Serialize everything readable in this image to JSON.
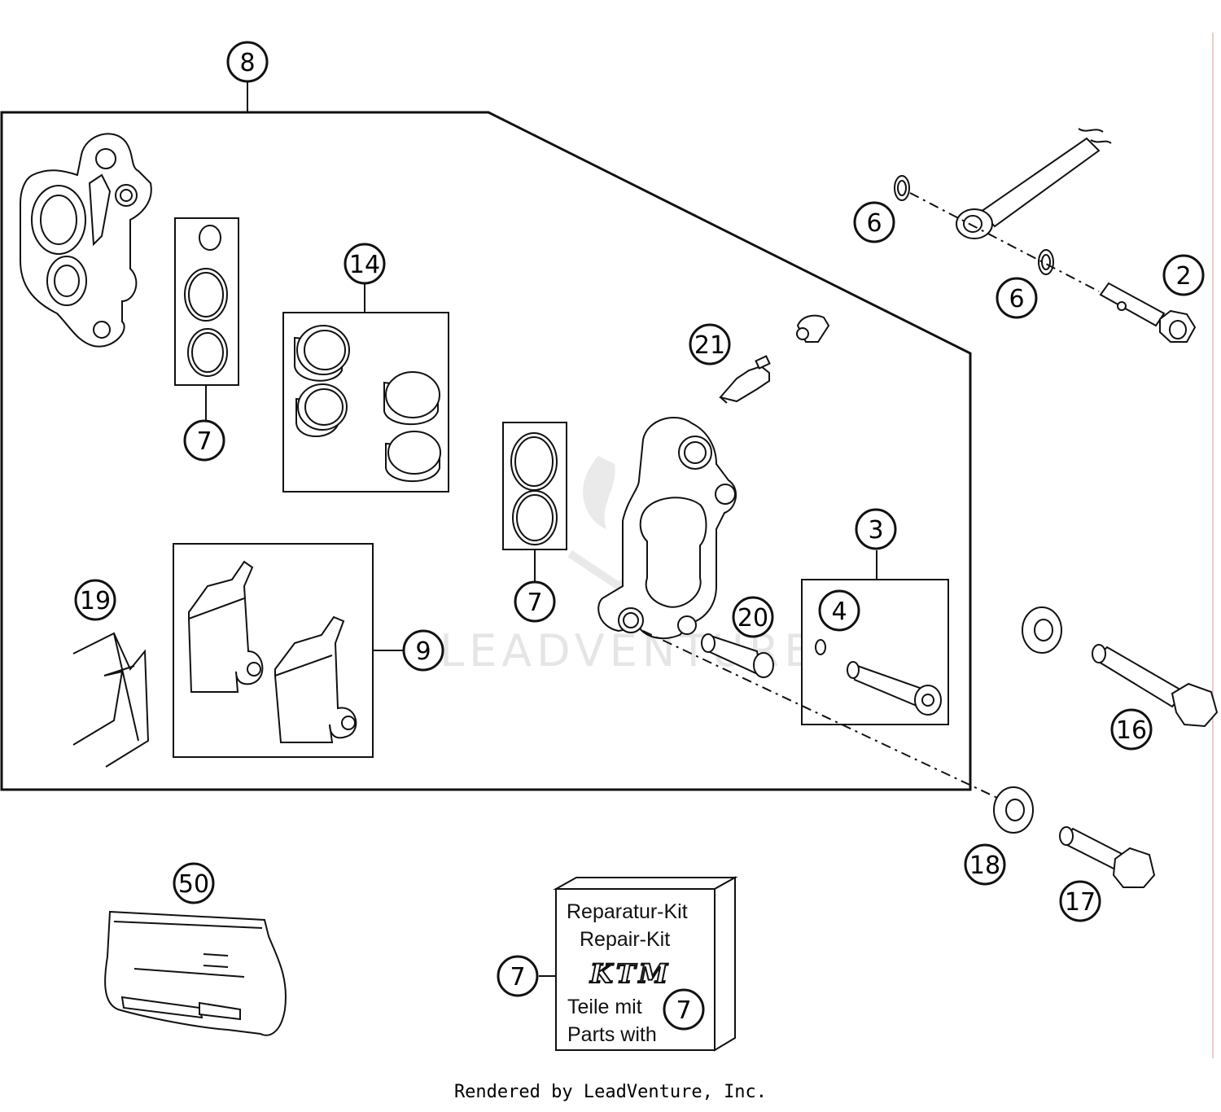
{
  "callouts": {
    "c8": "8",
    "c14": "14",
    "c7a": "7",
    "c7b": "7",
    "c7c": "7",
    "c7d": "7",
    "c19": "19",
    "c9": "9",
    "c21": "21",
    "c6a": "6",
    "c6b": "6",
    "c2": "2",
    "c3": "3",
    "c4": "4",
    "c20": "20",
    "c16": "16",
    "c18": "18",
    "c17": "17",
    "c50": "50"
  },
  "repair_kit": {
    "line1": "Reparatur-Kit",
    "line2": "Repair-Kit",
    "logo": "KTM",
    "line3": "Teile mit",
    "line4": "Parts with"
  },
  "watermark": "LEADVENTURE",
  "footer": "Rendered by LeadVenture, Inc."
}
